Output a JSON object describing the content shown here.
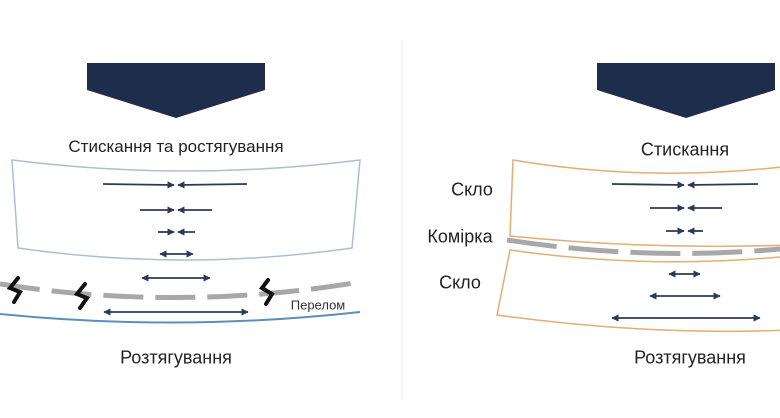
{
  "left_panel": {
    "title": "Стискання та ростягування",
    "fracture_label": "Перелом",
    "bottom_label": "Розтягування"
  },
  "right_panel": {
    "title": "Стискання",
    "glass_top_label": "Скло",
    "interlayer_label": "Комірка",
    "glass_bottom_label": "Скло",
    "bottom_label": "Розтягування"
  },
  "colors": {
    "press": "#1f2d4d",
    "glass_left": "#a9bfd3",
    "glass_right": "#e4ad72",
    "interlayer": "#a8a8a8",
    "blue_line": "#5b8fbd",
    "arrow": "#2b3a57"
  }
}
